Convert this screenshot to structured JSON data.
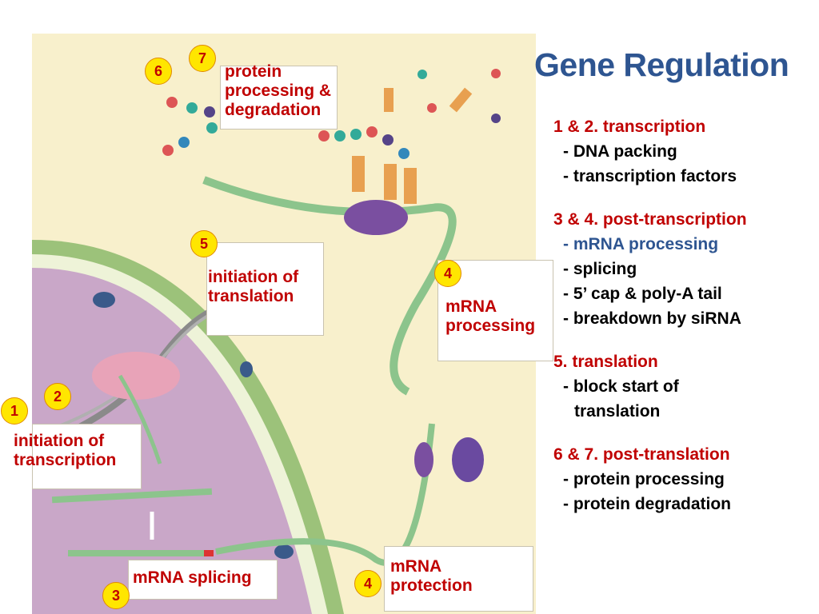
{
  "title": "Gene Regulation",
  "colors": {
    "heading": "#c00000",
    "title": "#2e5591",
    "highlight": "#2e5591",
    "badge": "#ffe600"
  },
  "diagram": {
    "badges": [
      "1",
      "2",
      "3",
      "4",
      "4",
      "5",
      "6",
      "7"
    ],
    "labels": {
      "protein_processing": [
        "protein",
        "processing &",
        "degradation"
      ],
      "initiation_translation": [
        "initiation of",
        "translation"
      ],
      "mrna_processing": [
        "mRNA",
        "processing"
      ],
      "initiation_transcription": [
        "initiation of",
        "transcription"
      ],
      "mrna_splicing": "mRNA splicing",
      "mrna_protection": [
        "mRNA",
        "protection"
      ]
    }
  },
  "sections": [
    {
      "heading": "1 & 2. transcription",
      "items": [
        "- DNA packing",
        "- transcription factors"
      ]
    },
    {
      "heading": "3 & 4. post-transcription",
      "items": [
        "- mRNA processing",
        "- splicing",
        "- 5’ cap & poly-A tail",
        "- breakdown by siRNA"
      ]
    },
    {
      "heading": "5. translation",
      "items": [
        "- block start of",
        "translation"
      ]
    },
    {
      "heading": "6 & 7. post-translation",
      "items": [
        "- protein processing",
        "- protein degradation"
      ]
    }
  ]
}
